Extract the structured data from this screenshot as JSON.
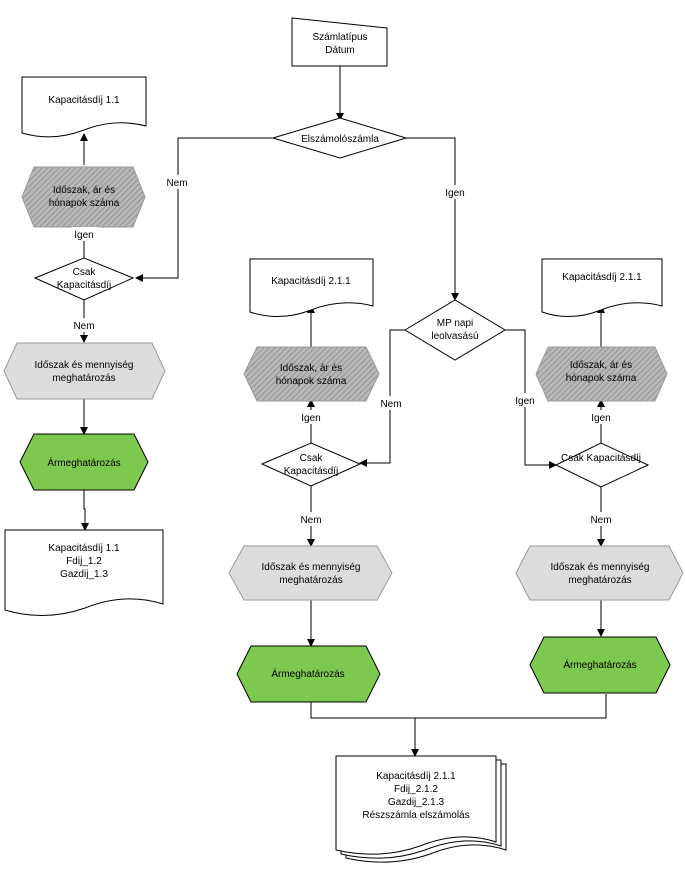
{
  "input": {
    "line1": "Számlatípus",
    "line2": "Dátum"
  },
  "decision_main": "Elszámolószámla",
  "decision_mp": {
    "line1": "MP napi",
    "line2": "leolvasású"
  },
  "edge": {
    "nem": "Nem",
    "igen": "Igen"
  },
  "left": {
    "doc_top": "Kapacitásdíj 1.1",
    "hatched": {
      "line1": "Időszak, ár és",
      "line2": "hónapok száma"
    },
    "decision": {
      "line1": "Csak",
      "line2": "Kapacitásdíj"
    },
    "period": {
      "line1": "Időszak és mennyiség",
      "line2": "meghatározás"
    },
    "price": "Ármeghatározás",
    "doc_bottom": {
      "line1": "Kapacitásdíj 1.1",
      "line2": "Fdij_1.2",
      "line3": "Gazdij_1.3"
    }
  },
  "middle": {
    "doc_top": "Kapacitásdíj 2.1.1",
    "hatched": {
      "line1": "Időszak, ár és",
      "line2": "hónapok száma"
    },
    "decision": {
      "line1": "Csak",
      "line2": "Kapacitásdíj"
    },
    "period": {
      "line1": "Időszak és mennyiség",
      "line2": "meghatározás"
    },
    "price": "Ármeghatározás"
  },
  "right": {
    "doc_top": "Kapacitásdíj 2.1.1",
    "hatched": {
      "line1": "Időszak, ár és",
      "line2": "hónapok száma"
    },
    "decision": {
      "line1": "Csak Kapacitásdíj"
    },
    "period": {
      "line1": "Időszak és mennyiség",
      "line2": "meghatározás"
    },
    "price": "Ármeghatározás"
  },
  "final_doc": {
    "line1": "Kapacitásdíj 2.1.1",
    "line2": "Fdij_2.1.2",
    "line3": "Gazdij_2.1.3",
    "line4": "Részszámla elszámolás"
  }
}
